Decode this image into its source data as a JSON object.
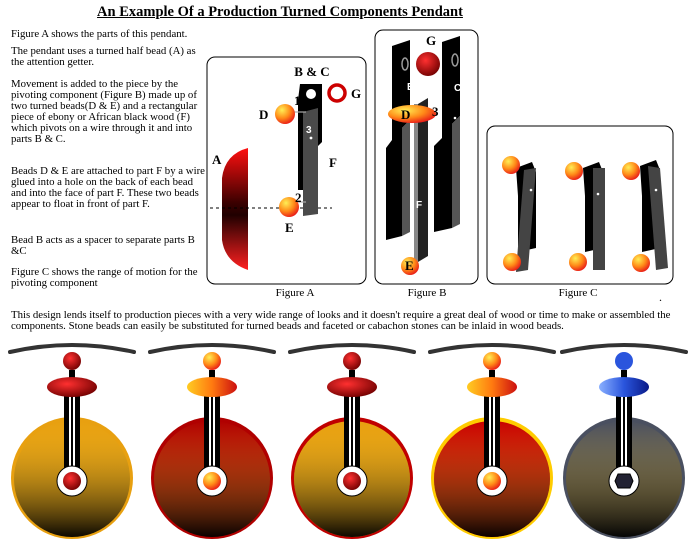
{
  "title": "An Example Of a Production Turned Components Pendant",
  "paragraphs": {
    "p1": "Figure A shows the parts of this pendant.",
    "p2": "The pendant uses a turned half bead (A) as the attention getter.",
    "p3": "Movement is added to the piece by the pivoting component (Figure B) made up of two turned beads(D & E) and a rectangular piece of ebony or African black wood (F) which pivots on a wire through it and into parts B & C.",
    "p4": "Beads D & E are attached to part F by a wire glued into a hole on the back of each bead and into the face of part F.  These two beads appear to float in front of part F.",
    "p5": "Bead B acts as a spacer to separate parts B &C",
    "p6": "Figure C shows the range of motion for the pivoting component"
  },
  "figure_a": {
    "caption": "Figure A",
    "labels": {
      "bc": "B & C",
      "g": "G",
      "d": "D",
      "a": "A",
      "f": "F",
      "e": "E",
      "n1": "1",
      "n2": "2",
      "n3": "3"
    }
  },
  "figure_b": {
    "caption": "Figure B",
    "labels": {
      "g": "G",
      "b": "B",
      "c": "C",
      "d": "D",
      "n3": "3",
      "f": "F",
      "e": "E"
    }
  },
  "figure_c": {
    "caption": "Figure C"
  },
  "bottom_text": "This design lends itself to production pieces with a very wide range of looks and it doesn't require a great deal of wood or time to make or assembled the components.  Stone beads can easily be substituted for turned beads and faceted or cabachon stones can be inlaid in wood beads.",
  "stray_mark": ".",
  "pendant_colors": [
    {
      "disc": "#e8a010",
      "bead": "#aa0000",
      "ring": "#e8a010"
    },
    {
      "disc": "#b00000",
      "bead": "#ffbb22",
      "ring": "#b00000"
    },
    {
      "disc": "#e8a010",
      "bead": "#aa0000",
      "ring": "#c00000"
    },
    {
      "disc": "#c80000",
      "bead": "#ffbb22",
      "ring": "#ffcc00"
    },
    {
      "disc": "#4a5060",
      "bead": "#2244cc",
      "ring": "#4a5060"
    }
  ]
}
